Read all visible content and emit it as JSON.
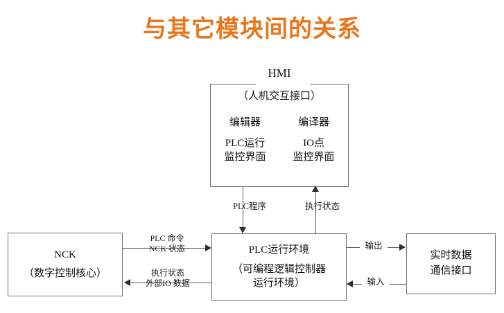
{
  "slide": {
    "title": "与其它模块间的关系",
    "title_color": "#E8761C",
    "background_color": "#FFFFFF"
  },
  "boxes": {
    "hmi": {
      "caption": "HMI",
      "subtitle": "（人机交互接口）",
      "features": [
        "编辑器",
        "编译器",
        "PLC运行\n监控界面",
        "IO点\n监控界面"
      ]
    },
    "nck": {
      "line1": "NCK",
      "line2": "（数字控制核心）"
    },
    "plc": {
      "line1": "PLC运行环境",
      "line2": "（可编程逻辑控制器\n运行环境）"
    },
    "realtime": {
      "line1": "实时数据",
      "line2": "通信接口"
    }
  },
  "connectors": {
    "hmi_to_plc": "PLC程序",
    "plc_to_hmi": "执行状态",
    "nck_to_plc": "PLC 命令\nNCK 状态",
    "plc_to_nck": "执行状态\n外部IO 数据",
    "plc_to_rt": "输出",
    "rt_to_plc": "输入"
  }
}
